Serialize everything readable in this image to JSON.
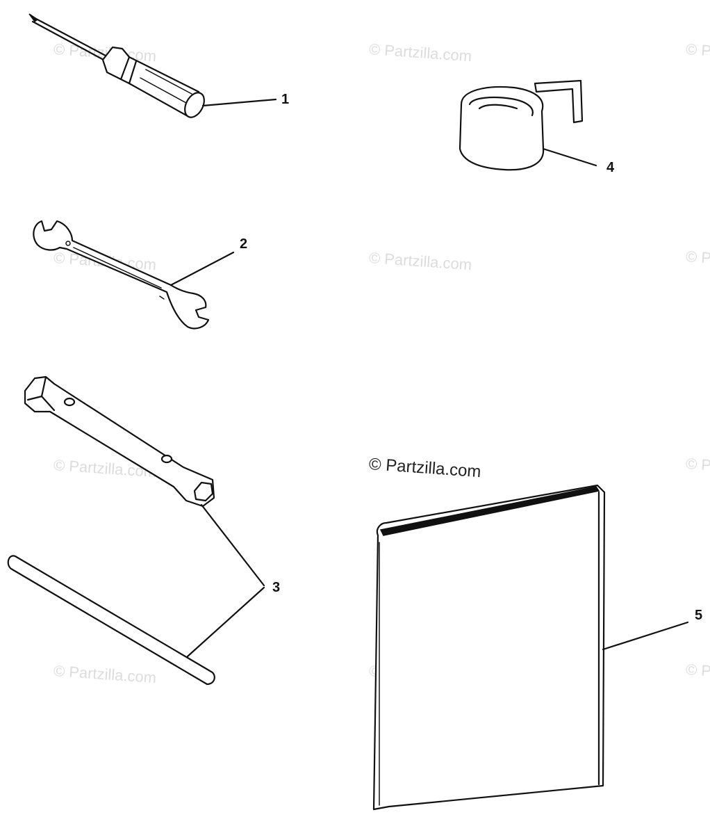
{
  "watermark": {
    "text": "© Partzilla.com"
  },
  "callouts": [
    {
      "id": "1",
      "label": "1"
    },
    {
      "id": "2",
      "label": "2"
    },
    {
      "id": "3",
      "label": "3"
    },
    {
      "id": "4",
      "label": "4"
    },
    {
      "id": "5",
      "label": "5"
    }
  ],
  "parts": [
    {
      "callout": "1",
      "icon": "screwdriver-icon"
    },
    {
      "callout": "2",
      "icon": "open-end-wrench-icon"
    },
    {
      "callout": "3",
      "icon": "tube-socket-wrench-and-tommy-bar-icon"
    },
    {
      "callout": "4",
      "icon": "rolled-strap-icon"
    },
    {
      "callout": "5",
      "icon": "owners-manual-icon"
    }
  ]
}
